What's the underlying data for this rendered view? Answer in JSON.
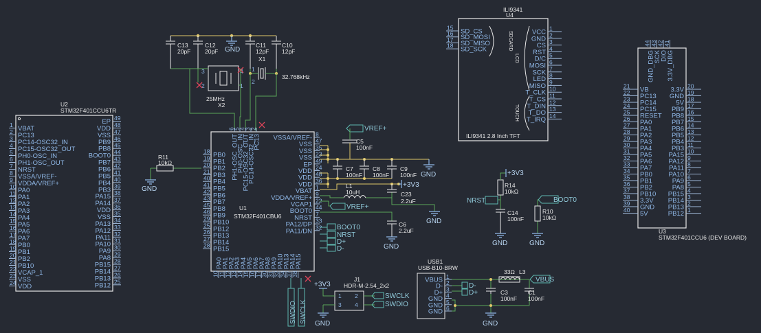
{
  "u2": {
    "ref": "U2",
    "value": "STM32F401CCU6TR",
    "left_pins": [
      {
        "num": "1",
        "name": "VBAT"
      },
      {
        "num": "2",
        "name": "PC13"
      },
      {
        "num": "3",
        "name": "PC14-OSC32_IN"
      },
      {
        "num": "4",
        "name": "PC15-OSC32_OUT"
      },
      {
        "num": "5",
        "name": "PH0-OSC_IN"
      },
      {
        "num": "6",
        "name": "PH1-OSC_OUT"
      },
      {
        "num": "7",
        "name": "NRST"
      },
      {
        "num": "8",
        "name": "VSSA/VREF-"
      },
      {
        "num": "9",
        "name": "VDDA/VREF+"
      },
      {
        "num": "10",
        "name": "PA0"
      },
      {
        "num": "11",
        "name": "PA1"
      },
      {
        "num": "12",
        "name": "PA2"
      },
      {
        "num": "13",
        "name": "PA3"
      },
      {
        "num": "14",
        "name": "PA4"
      },
      {
        "num": "15",
        "name": "PA5"
      },
      {
        "num": "16",
        "name": "PA6"
      },
      {
        "num": "17",
        "name": "PA7"
      },
      {
        "num": "18",
        "name": "PB0"
      },
      {
        "num": "19",
        "name": "PB1"
      },
      {
        "num": "20",
        "name": "PB2"
      },
      {
        "num": "21",
        "name": "PB10"
      },
      {
        "num": "22",
        "name": "VCAP_1"
      },
      {
        "num": "23",
        "name": "VSS"
      },
      {
        "num": "24",
        "name": "VDD"
      }
    ],
    "right_pins": [
      {
        "num": "49",
        "name": "EP"
      },
      {
        "num": "48",
        "name": "VDD"
      },
      {
        "num": "47",
        "name": "VSS"
      },
      {
        "num": "46",
        "name": "PB9"
      },
      {
        "num": "45",
        "name": "PB8"
      },
      {
        "num": "44",
        "name": "BOOT0"
      },
      {
        "num": "43",
        "name": "PB7"
      },
      {
        "num": "42",
        "name": "PB6"
      },
      {
        "num": "41",
        "name": "PB5"
      },
      {
        "num": "40",
        "name": "PB4"
      },
      {
        "num": "39",
        "name": "PB3"
      },
      {
        "num": "38",
        "name": "PA15"
      },
      {
        "num": "37",
        "name": "PA14"
      },
      {
        "num": "36",
        "name": "VDD"
      },
      {
        "num": "35",
        "name": "VSS"
      },
      {
        "num": "34",
        "name": "PA13"
      },
      {
        "num": "33",
        "name": "PA12"
      },
      {
        "num": "32",
        "name": "PA11"
      },
      {
        "num": "31",
        "name": "PA10"
      },
      {
        "num": "30",
        "name": "PA9"
      },
      {
        "num": "29",
        "name": "PA8"
      },
      {
        "num": "28",
        "name": "PB15"
      },
      {
        "num": "27",
        "name": "PB14"
      },
      {
        "num": "26",
        "name": "PB13"
      },
      {
        "num": "25",
        "name": "PB12"
      }
    ]
  },
  "u1": {
    "ref": "U1",
    "value": "STM32F401CBU6",
    "left_pins": [
      {
        "num": "18",
        "name": "PB0"
      },
      {
        "num": "19",
        "name": "PB1"
      },
      {
        "num": "20",
        "name": "PB2"
      },
      {
        "num": "21",
        "name": "PB3"
      },
      {
        "num": "40",
        "name": "PB4"
      },
      {
        "num": "41",
        "name": "PB5"
      },
      {
        "num": "42",
        "name": "PB6"
      },
      {
        "num": "43",
        "name": "PB7"
      },
      {
        "num": "45",
        "name": "PB8"
      },
      {
        "num": "46",
        "name": "PB9"
      },
      {
        "num": "29",
        "name": "PB10"
      },
      {
        "num": "25",
        "name": "PB12"
      },
      {
        "num": "26",
        "name": "PB13"
      },
      {
        "num": "27",
        "name": "PB14"
      },
      {
        "num": "28",
        "name": "PB15"
      }
    ],
    "right_pins": [
      {
        "num": "8",
        "name": "VSSA/VREF-"
      },
      {
        "num": "47",
        "name": "VSS"
      },
      {
        "num": "35",
        "name": "VSS"
      },
      {
        "num": "23",
        "name": "VSS"
      },
      {
        "num": "49",
        "name": "EP"
      },
      {
        "num": "24",
        "name": "VDD"
      },
      {
        "num": "48",
        "name": "VDD"
      },
      {
        "num": "36",
        "name": "VDD"
      },
      {
        "num": "1",
        "name": "VBAT"
      },
      {
        "num": "9",
        "name": "VDDA/VREF+"
      },
      {
        "num": "22",
        "name": "VCAP1"
      },
      {
        "num": "44",
        "name": "BOOT0"
      },
      {
        "num": "7",
        "name": "NRST"
      },
      {
        "num": "33",
        "name": "PA12/DP"
      },
      {
        "num": "32",
        "name": "PA11/DN"
      }
    ],
    "bottom_pins": [
      {
        "num": "10",
        "name": "PA0"
      },
      {
        "num": "11",
        "name": "PA1"
      },
      {
        "num": "12",
        "name": "PA2"
      },
      {
        "num": "13",
        "name": "PA3"
      },
      {
        "num": "14",
        "name": "PA4"
      },
      {
        "num": "15",
        "name": "PA5"
      },
      {
        "num": "16",
        "name": "PA6"
      },
      {
        "num": "17",
        "name": "PA7"
      },
      {
        "num": "30",
        "name": "PA8"
      },
      {
        "num": "31",
        "name": "PA9"
      },
      {
        "num": "32",
        "name": "PA10"
      },
      {
        "num": "34",
        "name": "PA13"
      },
      {
        "num": "37",
        "name": "PA14"
      },
      {
        "num": "38",
        "name": "PA15"
      }
    ],
    "top_pins": [
      {
        "num": "6",
        "name": "PH1-OSC_OUT"
      },
      {
        "num": "5",
        "name": "PH0-OSC_IN"
      },
      {
        "num": "4",
        "name": "PC15-OSC32_OUT"
      },
      {
        "num": "3",
        "name": "PC14-OSC32_IN"
      },
      {
        "num": "2",
        "name": "PC13"
      }
    ]
  },
  "u4": {
    "ref": "U4",
    "value": "ILI9341",
    "subtitle": "ILI9341 2.8 Inch TFT",
    "left_pins": [
      {
        "num": "15",
        "name": "SD_CS"
      },
      {
        "num": "16",
        "name": "SD_MOSI"
      },
      {
        "num": "17",
        "name": "SD_MISO"
      },
      {
        "num": "18",
        "name": "SD_SCK"
      }
    ],
    "right_pins": [
      {
        "num": "1",
        "name": "VCC"
      },
      {
        "num": "2",
        "name": "GND"
      },
      {
        "num": "3",
        "name": "CS"
      },
      {
        "num": "4",
        "name": "RST"
      },
      {
        "num": "5",
        "name": "D/C"
      },
      {
        "num": "6",
        "name": "MOSI"
      },
      {
        "num": "7",
        "name": "SCK"
      },
      {
        "num": "8",
        "name": "LED"
      },
      {
        "num": "9",
        "name": "MISO"
      },
      {
        "num": "10",
        "name": "T_CLK"
      },
      {
        "num": "11",
        "name": "T_CS"
      },
      {
        "num": "12",
        "name": "T_DIN"
      },
      {
        "num": "13",
        "name": "T_DO"
      },
      {
        "num": "14",
        "name": "T_IRQ"
      }
    ],
    "group_sdcard": "SDCARD",
    "group_lcd": "LCD",
    "group_touch": "TOUCH"
  },
  "u3": {
    "ref": "U3",
    "value": "STM32F401CCU6 (DEV BOARD)",
    "left_pins": [
      {
        "num": "21",
        "name": "VB"
      },
      {
        "num": "22",
        "name": "PC13"
      },
      {
        "num": "23",
        "name": "PC14"
      },
      {
        "num": "24",
        "name": "PC15"
      },
      {
        "num": "25",
        "name": "RESET"
      },
      {
        "num": "26",
        "name": "PA0"
      },
      {
        "num": "27",
        "name": "PA1"
      },
      {
        "num": "28",
        "name": "PA2"
      },
      {
        "num": "29",
        "name": "PA3"
      },
      {
        "num": "30",
        "name": "PA4"
      },
      {
        "num": "31",
        "name": "PA5"
      },
      {
        "num": "32",
        "name": "PA6"
      },
      {
        "num": "33",
        "name": "PA7"
      },
      {
        "num": "34",
        "name": "PB0"
      },
      {
        "num": "35",
        "name": "PB1"
      },
      {
        "num": "36",
        "name": "PB2"
      },
      {
        "num": "37",
        "name": "PB10"
      },
      {
        "num": "38",
        "name": "3.3V"
      },
      {
        "num": "39",
        "name": "GND"
      },
      {
        "num": "40",
        "name": "5V"
      }
    ],
    "right_pins": [
      {
        "num": "20",
        "name": "3.3V"
      },
      {
        "num": "19",
        "name": "GND"
      },
      {
        "num": "18",
        "name": "5V"
      },
      {
        "num": "17",
        "name": "PB9"
      },
      {
        "num": "16",
        "name": "PB8"
      },
      {
        "num": "15",
        "name": "PB7"
      },
      {
        "num": "14",
        "name": "PB6"
      },
      {
        "num": "13",
        "name": "PB5"
      },
      {
        "num": "12",
        "name": "PB4"
      },
      {
        "num": "11",
        "name": "PB3"
      },
      {
        "num": "10",
        "name": "PA15"
      },
      {
        "num": "9",
        "name": "PA12"
      },
      {
        "num": "8",
        "name": "PA11"
      },
      {
        "num": "7",
        "name": "PA10"
      },
      {
        "num": "6",
        "name": "PA9"
      },
      {
        "num": "5",
        "name": "PA8"
      },
      {
        "num": "4",
        "name": "PB15"
      },
      {
        "num": "3",
        "name": "PB14"
      },
      {
        "num": "2",
        "name": "PB13"
      },
      {
        "num": "1",
        "name": "PB12"
      }
    ],
    "top_pins": [
      {
        "num": "44",
        "name": "GND_DBG"
      },
      {
        "num": "43",
        "name": "SCK"
      },
      {
        "num": "42",
        "name": "DIO"
      },
      {
        "num": "41",
        "name": "3.3V_DBG"
      }
    ]
  },
  "crystals": {
    "c13": {
      "ref": "C13",
      "value": "20pF"
    },
    "c12": {
      "ref": "C12",
      "value": "20pF"
    },
    "c11": {
      "ref": "C11",
      "value": "12pF"
    },
    "c10": {
      "ref": "C10",
      "value": "12pF"
    },
    "x1": {
      "ref": "X1",
      "value": "32.768kHz"
    },
    "x2": {
      "ref": "X2",
      "value": "25MHz"
    },
    "x2_pins": [
      "3",
      "4",
      "1",
      "2"
    ],
    "x1_pins": [
      "1",
      "2"
    ]
  },
  "passives": {
    "r11": {
      "ref": "R11",
      "value": "10kΩ"
    },
    "r14": {
      "ref": "R14",
      "value": "10kΩ"
    },
    "r10": {
      "ref": "R10",
      "value": "10kΩ"
    },
    "c5": {
      "ref": "C5",
      "value": "100nF"
    },
    "c7": {
      "ref": "C7",
      "value": "100nF"
    },
    "c8": {
      "ref": "C8",
      "value": "100nF"
    },
    "c9": {
      "ref": "C9",
      "value": "100nF"
    },
    "c23": {
      "ref": "C23",
      "value": "2.2uF"
    },
    "c6": {
      "ref": "C6",
      "value": "2.2uF"
    },
    "c14": {
      "ref": "C14",
      "value": "100nF"
    },
    "c3": {
      "ref": "C3",
      "value": "100nF"
    },
    "c1": {
      "ref": "C1",
      "value": "100nF"
    },
    "l1": {
      "ref": "L1",
      "value": "10uH"
    },
    "l3": {
      "ref": "L3",
      "value": "33Ω"
    }
  },
  "j1": {
    "ref": "J1",
    "value": "HDR-M-2.54_2x2",
    "pins": [
      "1",
      "2",
      "3",
      "4"
    ]
  },
  "usb1": {
    "ref": "USB1",
    "value": "USB-B10-BRW",
    "pins": [
      {
        "num": "1",
        "name": "VBUS"
      },
      {
        "num": "2",
        "name": "D-"
      },
      {
        "num": "3",
        "name": "D+"
      },
      {
        "num": "4",
        "name": "GND"
      },
      {
        "num": "5",
        "name": "GND"
      },
      {
        "num": "6",
        "name": "GND"
      }
    ]
  },
  "nets": {
    "vref_plus": "VREF+",
    "v3v3": "+3V3",
    "gnd": "GND",
    "boot0": "BOOT0",
    "nrst": "NRST",
    "dplus": "D+",
    "dminus": "D-",
    "vbus": "VBUS",
    "swclk": "SWCLK",
    "swdio": "SWDIO"
  },
  "colors": {
    "background": "#262a33",
    "body": "#e8e8e8",
    "pin_text": "#8fb7e6",
    "wire": "#5aa75a",
    "wire_yellow": "#e0c86a",
    "no_connect": "#e0455a",
    "net_flag": "#5fb8b0"
  }
}
